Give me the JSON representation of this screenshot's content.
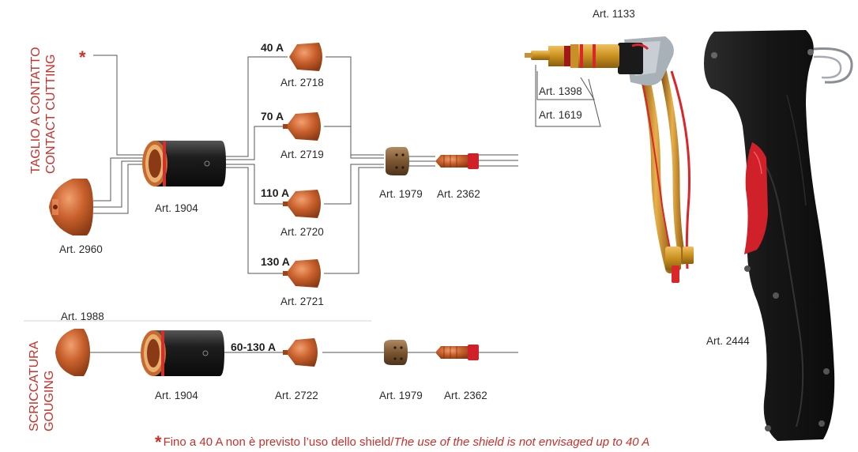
{
  "sections": {
    "contact_cutting": [
      "TAGLIO A CONTATTO",
      "CONTACT CUTTING"
    ],
    "gouging": [
      "SCRICCATURA",
      "GOUGING"
    ]
  },
  "asterisk": "*",
  "amperages": {
    "a40": "40 A",
    "a70": "70 A",
    "a110": "110 A",
    "a130": "130 A",
    "a60_130": "60-130 A"
  },
  "parts": {
    "art2960": "Art. 2960",
    "art1904_top": "Art. 1904",
    "art2718": "Art. 2718",
    "art2719": "Art. 2719",
    "art2720": "Art. 2720",
    "art2721": "Art. 2721",
    "art1979_top": "Art. 1979",
    "art2362_top": "Art. 2362",
    "art1988": "Art. 1988",
    "art1904_bottom": "Art. 1904",
    "art2722": "Art. 2722",
    "art1979_bottom": "Art. 1979",
    "art2362_bottom": "Art. 2362",
    "art1133": "Art. 1133",
    "art1398": "Art. 1398",
    "art1619": "Art. 1619",
    "art2444": "Art. 2444"
  },
  "footnote": {
    "star": "*",
    "italian": "Fino a 40 A non è previsto l’uso dello shield/",
    "english": "The use of the shield is not envisaged up to 40 A"
  },
  "colors": {
    "accent_red": "#c8302a",
    "copper": "#c0602c",
    "handle_black": "#1a1a1a",
    "trigger_red": "#d0202a"
  }
}
